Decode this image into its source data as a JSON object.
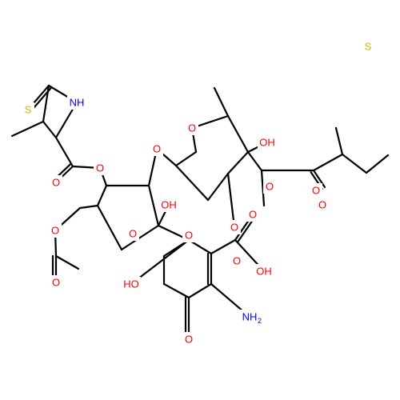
{
  "structure": {
    "bond_color": "#000000",
    "atom_color_O": "#ff0000",
    "atom_color_N": "#0000ff",
    "atom_color_S": "#bfbf00",
    "atom_color_C": "#000000"
  },
  "atoms": [
    {
      "id": "S1",
      "label": "S",
      "color": "#bfbf00"
    },
    {
      "id": "S2",
      "label": "S",
      "color": "#bfbf00"
    },
    {
      "id": "NH",
      "label": "NH",
      "color": "#0000ff"
    },
    {
      "id": "O1",
      "label": "O",
      "color": "#ff0000"
    },
    {
      "id": "O2",
      "label": "O",
      "color": "#ff0000"
    },
    {
      "id": "O3",
      "label": "O",
      "color": "#ff0000"
    },
    {
      "id": "O4",
      "label": "O",
      "color": "#ff0000"
    },
    {
      "id": "O5",
      "label": "O",
      "color": "#ff0000"
    },
    {
      "id": "O6",
      "label": "O",
      "color": "#ff0000"
    },
    {
      "id": "O7",
      "label": "O",
      "color": "#ff0000"
    },
    {
      "id": "O8",
      "label": "O",
      "color": "#ff0000"
    },
    {
      "id": "O9",
      "label": "O",
      "color": "#ff0000"
    },
    {
      "id": "O10",
      "label": "O",
      "color": "#ff0000"
    },
    {
      "id": "O11",
      "label": "O",
      "color": "#ff0000"
    },
    {
      "id": "O12",
      "label": "O",
      "color": "#ff0000"
    },
    {
      "id": "O13",
      "label": "O",
      "color": "#ff0000"
    },
    {
      "id": "O14",
      "label": "O",
      "color": "#ff0000"
    },
    {
      "id": "O15",
      "label": "O",
      "color": "#ff0000"
    },
    {
      "id": "OH1",
      "label": "OH",
      "color": "#ff0000"
    },
    {
      "id": "OH2",
      "label": "OH",
      "color": "#ff0000"
    },
    {
      "id": "OH3",
      "label": "HO",
      "color": "#ff0000"
    },
    {
      "id": "OH4",
      "label": "OH",
      "color": "#ff0000"
    },
    {
      "id": "NH2",
      "label": "NH",
      "sub": "2",
      "color": "#0000ff"
    }
  ]
}
